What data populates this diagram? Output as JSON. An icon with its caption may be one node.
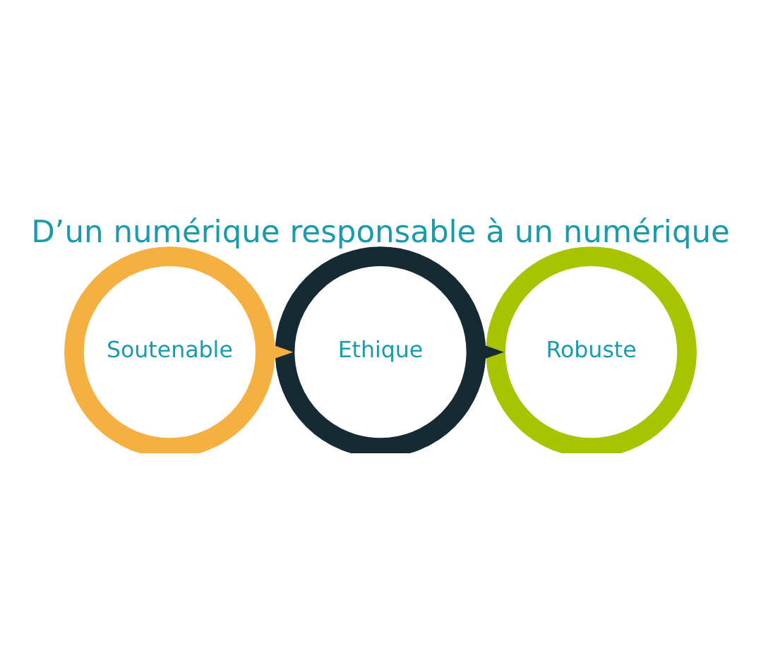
{
  "diagram": {
    "title": "D’un numérique responsable à un numérique",
    "nodes": [
      {
        "text": [
          "Soutenable"
        ]
      },
      {
        "text": [
          "Ethique"
        ]
      },
      {
        "text": [
          "Robuste"
        ]
      }
    ],
    "edges": [
      {
        "from": 0,
        "to": 1,
        "arrow": "to"
      },
      {
        "from": 1,
        "to": 2,
        "arrow": "to"
      }
    ]
  }
}
